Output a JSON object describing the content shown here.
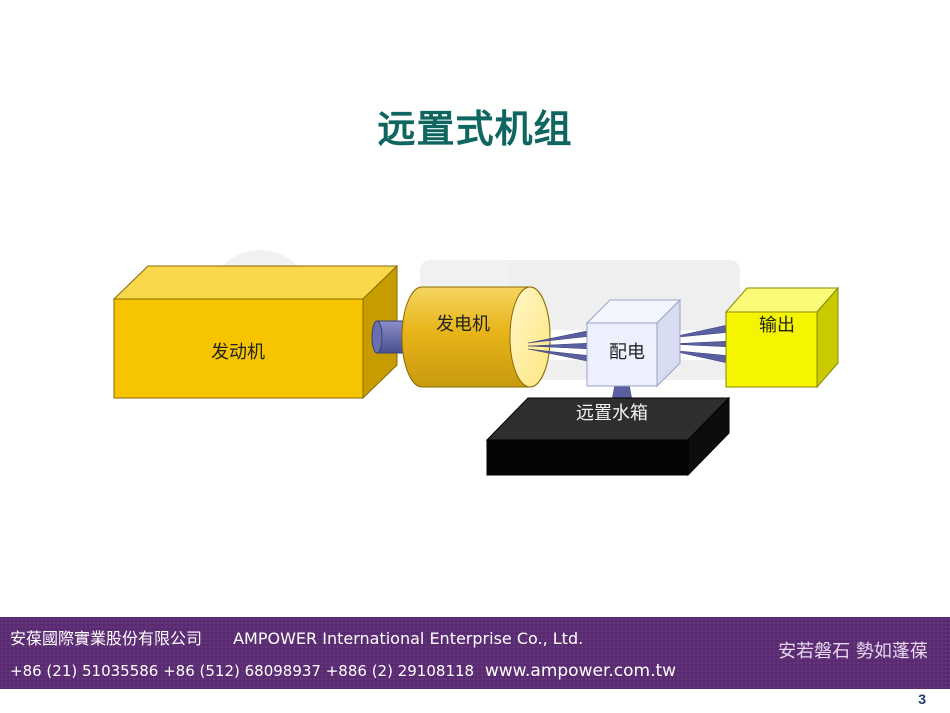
{
  "slide": {
    "title": "远置式机组",
    "page_number": "3"
  },
  "diagram": {
    "engine_label": "发动机",
    "generator_label": "发电机",
    "distribution_label": "配电",
    "output_label": "输出",
    "water_tank_label": "远置水箱"
  },
  "footer": {
    "company_cn": "安葆國際實業股份有限公司",
    "company_en": "AMPOWER  International Enterprise Co., Ltd.",
    "phones": "+86 (21) 51035586  +86 (512) 68098937  +886 (2) 29108118",
    "website": "www.ampower.com.tw",
    "motto": "安若磐石  勢如蓬葆"
  },
  "colors": {
    "title": "#0f6660",
    "engine_yellow": "#f7c400",
    "output_yellow": "#f5f500",
    "footer_purple": "#5a2a72",
    "tank_black": "#1a1a1a",
    "connector": "#5a5fa0"
  }
}
